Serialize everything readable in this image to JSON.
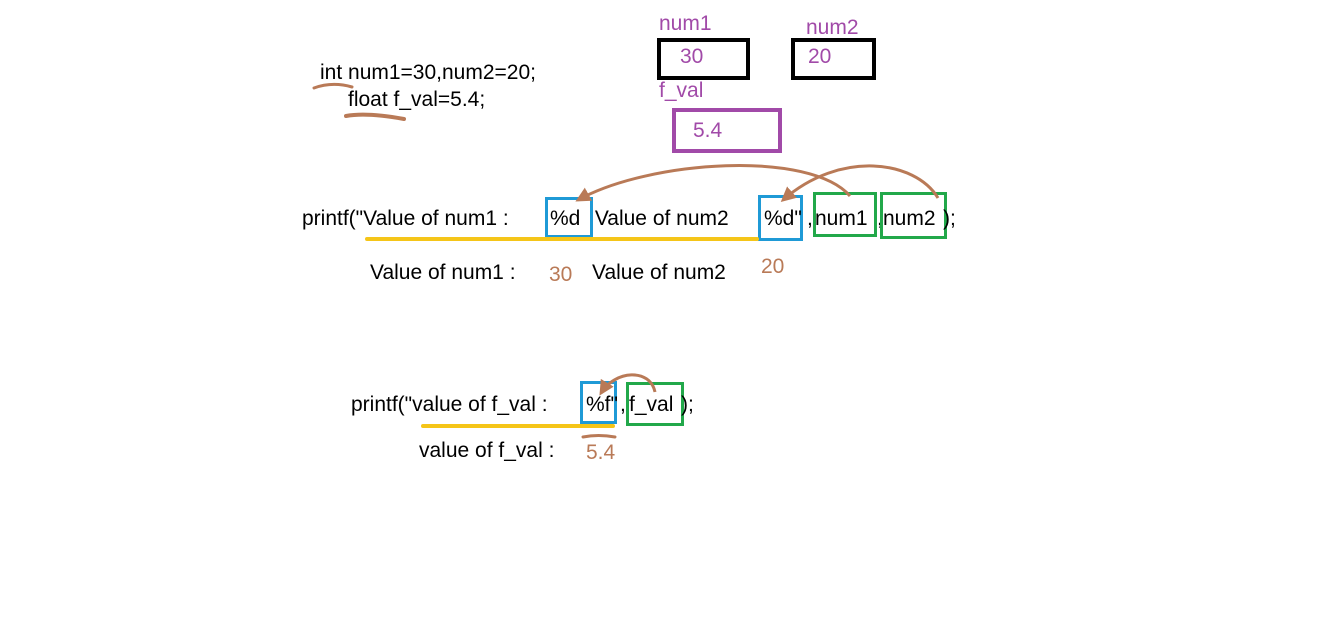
{
  "declarations": {
    "line1": "int num1=30,num2=20;",
    "line2": "float f_val=5.4;"
  },
  "memory": {
    "num1": {
      "label": "num1",
      "value": "30"
    },
    "num2": {
      "label": "num2",
      "value": "20"
    },
    "f_val": {
      "label": "f_val",
      "value": "5.4"
    }
  },
  "printf1": {
    "prefix": "printf(\"Value of num1 : ",
    "spec1": "%d",
    "middle": " Value of num2  ",
    "spec2": "%d\"",
    "comma1": ",",
    "arg1": "num1",
    "comma2": ",",
    "arg2": "num2",
    "suffix": ");",
    "output_label1": "Value of num1 :",
    "output_value1": "30",
    "output_label2": "Value of num2",
    "output_value2": "20"
  },
  "printf2": {
    "prefix": "printf(\"value of f_val : ",
    "spec": "%f\"",
    "comma": ",",
    "arg": "f_val",
    "suffix": ");",
    "output_label": "value of f_val :",
    "output_value": "5.4"
  },
  "colors": {
    "memory_purple": "#a14aa8",
    "arrow_brown": "#b97a57",
    "format_spec_blue": "#1f9ad6",
    "argument_green": "#22a84a",
    "underline_yellow": "#f5c518",
    "box_black": "#000000"
  }
}
